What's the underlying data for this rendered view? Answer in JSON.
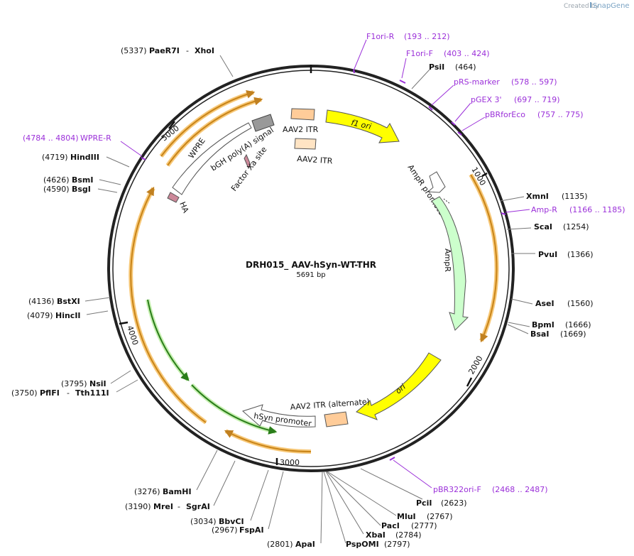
{
  "watermark": {
    "created_by": "Created by",
    "brand": "SnapGene"
  },
  "plasmid": {
    "name": "DRH015_ AAV-hSyn-WT-THR",
    "size": "5691 bp",
    "length_bp": 5691
  },
  "ticks": [
    "1000",
    "2000",
    "3000",
    "4000",
    "5000"
  ],
  "features": [
    {
      "name": "f1 ori",
      "color": "#ffff00",
      "italic": true
    },
    {
      "name": "AmpR promoter",
      "color": "#ffffff"
    },
    {
      "name": "AmpR",
      "color": "#ccffcc"
    },
    {
      "name": "ori",
      "color": "#ffff00",
      "italic": true
    },
    {
      "name": "AAV2 ITR (alternate)",
      "color": "#ffcc99"
    },
    {
      "name": "hSyn promoter",
      "color": "#ffffff"
    },
    {
      "name": "HA",
      "color": "#cc8899"
    },
    {
      "name": "WPRE",
      "color": "#ffffff"
    },
    {
      "name": "bGH poly(A) signal",
      "color": "#999999"
    },
    {
      "name": "Factor Xa site",
      "color": "#cc8899"
    },
    {
      "name": "AAV2 ITR",
      "color": "#ffcc99"
    },
    {
      "name": "AAV2 ITR",
      "color": "#ffe4c4"
    }
  ],
  "primers": [
    {
      "name": "F1ori-R",
      "range": "(193 .. 212)"
    },
    {
      "name": "F1ori-F",
      "range": "(403 .. 424)"
    },
    {
      "name": "pRS-marker",
      "range": "(578 .. 597)"
    },
    {
      "name": "pGEX 3'",
      "range": "(697 .. 719)"
    },
    {
      "name": "pBRforEco",
      "range": "(757 .. 775)"
    },
    {
      "name": "Amp-R",
      "range": "(1166 .. 1185)"
    },
    {
      "name": "pBR322ori-F",
      "range": "(2468 .. 2487)"
    },
    {
      "name": "WPRE-R",
      "range": "(4784 .. 4804)"
    }
  ],
  "sites": [
    {
      "name": "PsiI",
      "pos": "(464)"
    },
    {
      "name": "XmnI",
      "pos": "(1135)"
    },
    {
      "name": "ScaI",
      "pos": "(1254)"
    },
    {
      "name": "PvuI",
      "pos": "(1366)"
    },
    {
      "name": "AseI",
      "pos": "(1560)"
    },
    {
      "name": "BpmI",
      "pos": "(1666)"
    },
    {
      "name": "BsaI",
      "pos": "(1669)"
    },
    {
      "name": "PciI",
      "pos": "(2623)"
    },
    {
      "name": "MluI",
      "pos": "(2767)"
    },
    {
      "name": "PacI",
      "pos": "(2777)"
    },
    {
      "name": "XbaI",
      "pos": "(2784)"
    },
    {
      "name": "PspOMI",
      "pos": "(2797)"
    },
    {
      "name": "ApaI",
      "pos": "(2801)"
    },
    {
      "name": "FspAI",
      "pos": "(2967)"
    },
    {
      "name": "BbvCI",
      "pos": "(3034)"
    },
    {
      "name": "MreI",
      "pos": "(3190)",
      "name2": "SgrAI"
    },
    {
      "name": "BamHI",
      "pos": "(3276)"
    },
    {
      "name": "PflFI",
      "pos": "(3750)",
      "name2": "Tth111I"
    },
    {
      "name": "NsiI",
      "pos": "(3795)"
    },
    {
      "name": "HincII",
      "pos": "(4079)"
    },
    {
      "name": "BstXI",
      "pos": "(4136)"
    },
    {
      "name": "BsgI",
      "pos": "(4590)"
    },
    {
      "name": "BsmI",
      "pos": "(4626)"
    },
    {
      "name": "HindIII",
      "pos": "(4719)"
    },
    {
      "name": "PaeR7I",
      "pos": "(5337)",
      "name2": "XhoI"
    }
  ]
}
